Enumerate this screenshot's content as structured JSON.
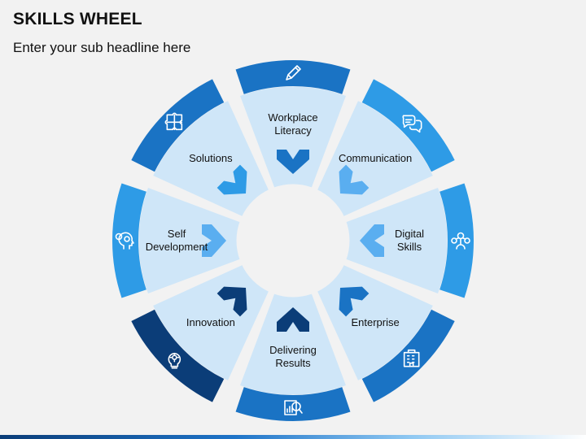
{
  "header": {
    "title": "SKILLS WHEEL",
    "subtitle": "Enter your sub headline here"
  },
  "wheel": {
    "colors": {
      "inner": "#cfe6f8",
      "arrow_light": "#5aaef0",
      "ring_light": "#2e9be6",
      "ring_mid": "#1a73c4",
      "ring_dark": "#0b3d78"
    },
    "segments": [
      {
        "lines": [
          "Workplace",
          "Literacy"
        ],
        "icon": "pencil-icon",
        "ring": "#1a73c4",
        "arrow": "#1a73c4"
      },
      {
        "lines": [
          "Communication"
        ],
        "icon": "chat-bubbles-icon",
        "ring": "#2e9be6",
        "arrow": "#5aaef0"
      },
      {
        "lines": [
          "Digital",
          "Skills"
        ],
        "icon": "people-network-icon",
        "ring": "#2e9be6",
        "arrow": "#5aaef0"
      },
      {
        "lines": [
          "Enterprise"
        ],
        "icon": "building-icon",
        "ring": "#1a73c4",
        "arrow": "#1a73c4"
      },
      {
        "lines": [
          "Delivering",
          "Results"
        ],
        "icon": "chart-magnifier-icon",
        "ring": "#1a73c4",
        "arrow": "#0b3d78"
      },
      {
        "lines": [
          "Innovation"
        ],
        "icon": "lightbulb-gear-icon",
        "ring": "#0b3d78",
        "arrow": "#0b3d78"
      },
      {
        "lines": [
          "Self",
          "Development"
        ],
        "icon": "head-gear-icon",
        "ring": "#2e9be6",
        "arrow": "#5aaef0"
      },
      {
        "lines": [
          "Solutions"
        ],
        "icon": "puzzle-icon",
        "ring": "#1a73c4",
        "arrow": "#2e9be6"
      }
    ]
  }
}
